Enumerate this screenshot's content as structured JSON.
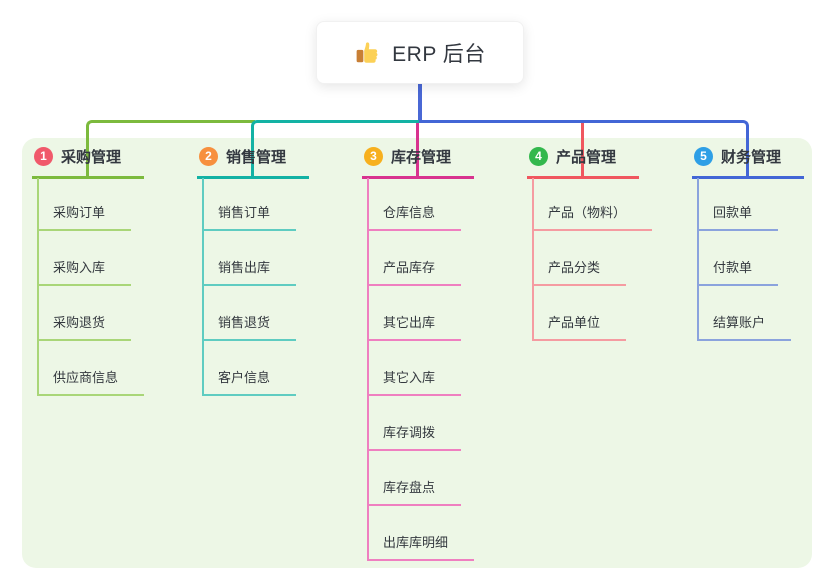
{
  "root": {
    "title": "ERP 后台",
    "icon": "thumbs-up-icon"
  },
  "colors": {
    "canvas_bg": "#ffffff",
    "panel_bg": "#edf7e6",
    "root_line": "#4a68d5",
    "text": "#34393f",
    "badge_text": "#ffffff"
  },
  "branches": [
    {
      "index": "1",
      "label": "采购管理",
      "badge_color": "#f0596b",
      "line_color": "#7cba3d",
      "child_line_color": "#a9d678",
      "children": [
        "采购订单",
        "采购入库",
        "采购退货",
        "供应商信息"
      ]
    },
    {
      "index": "2",
      "label": "销售管理",
      "badge_color": "#f7903e",
      "line_color": "#13b2a4",
      "child_line_color": "#5fccc1",
      "children": [
        "销售订单",
        "销售出库",
        "销售退货",
        "客户信息"
      ]
    },
    {
      "index": "3",
      "label": "库存管理",
      "badge_color": "#f7b01e",
      "line_color": "#d8338f",
      "child_line_color": "#ef7fc0",
      "children": [
        "仓库信息",
        "产品库存",
        "其它出库",
        "其它入库",
        "库存调拨",
        "库存盘点",
        "出库库明细"
      ]
    },
    {
      "index": "4",
      "label": "产品管理",
      "badge_color": "#33b84d",
      "line_color": "#f0575f",
      "child_line_color": "#f59ba1",
      "children": [
        "产品（物料）",
        "产品分类",
        "产品单位"
      ]
    },
    {
      "index": "5",
      "label": "财务管理",
      "badge_color": "#2e9fe6",
      "line_color": "#4366d6",
      "child_line_color": "#8ba3dd",
      "children": [
        "回款单",
        "付款单",
        "结算账户"
      ]
    }
  ]
}
